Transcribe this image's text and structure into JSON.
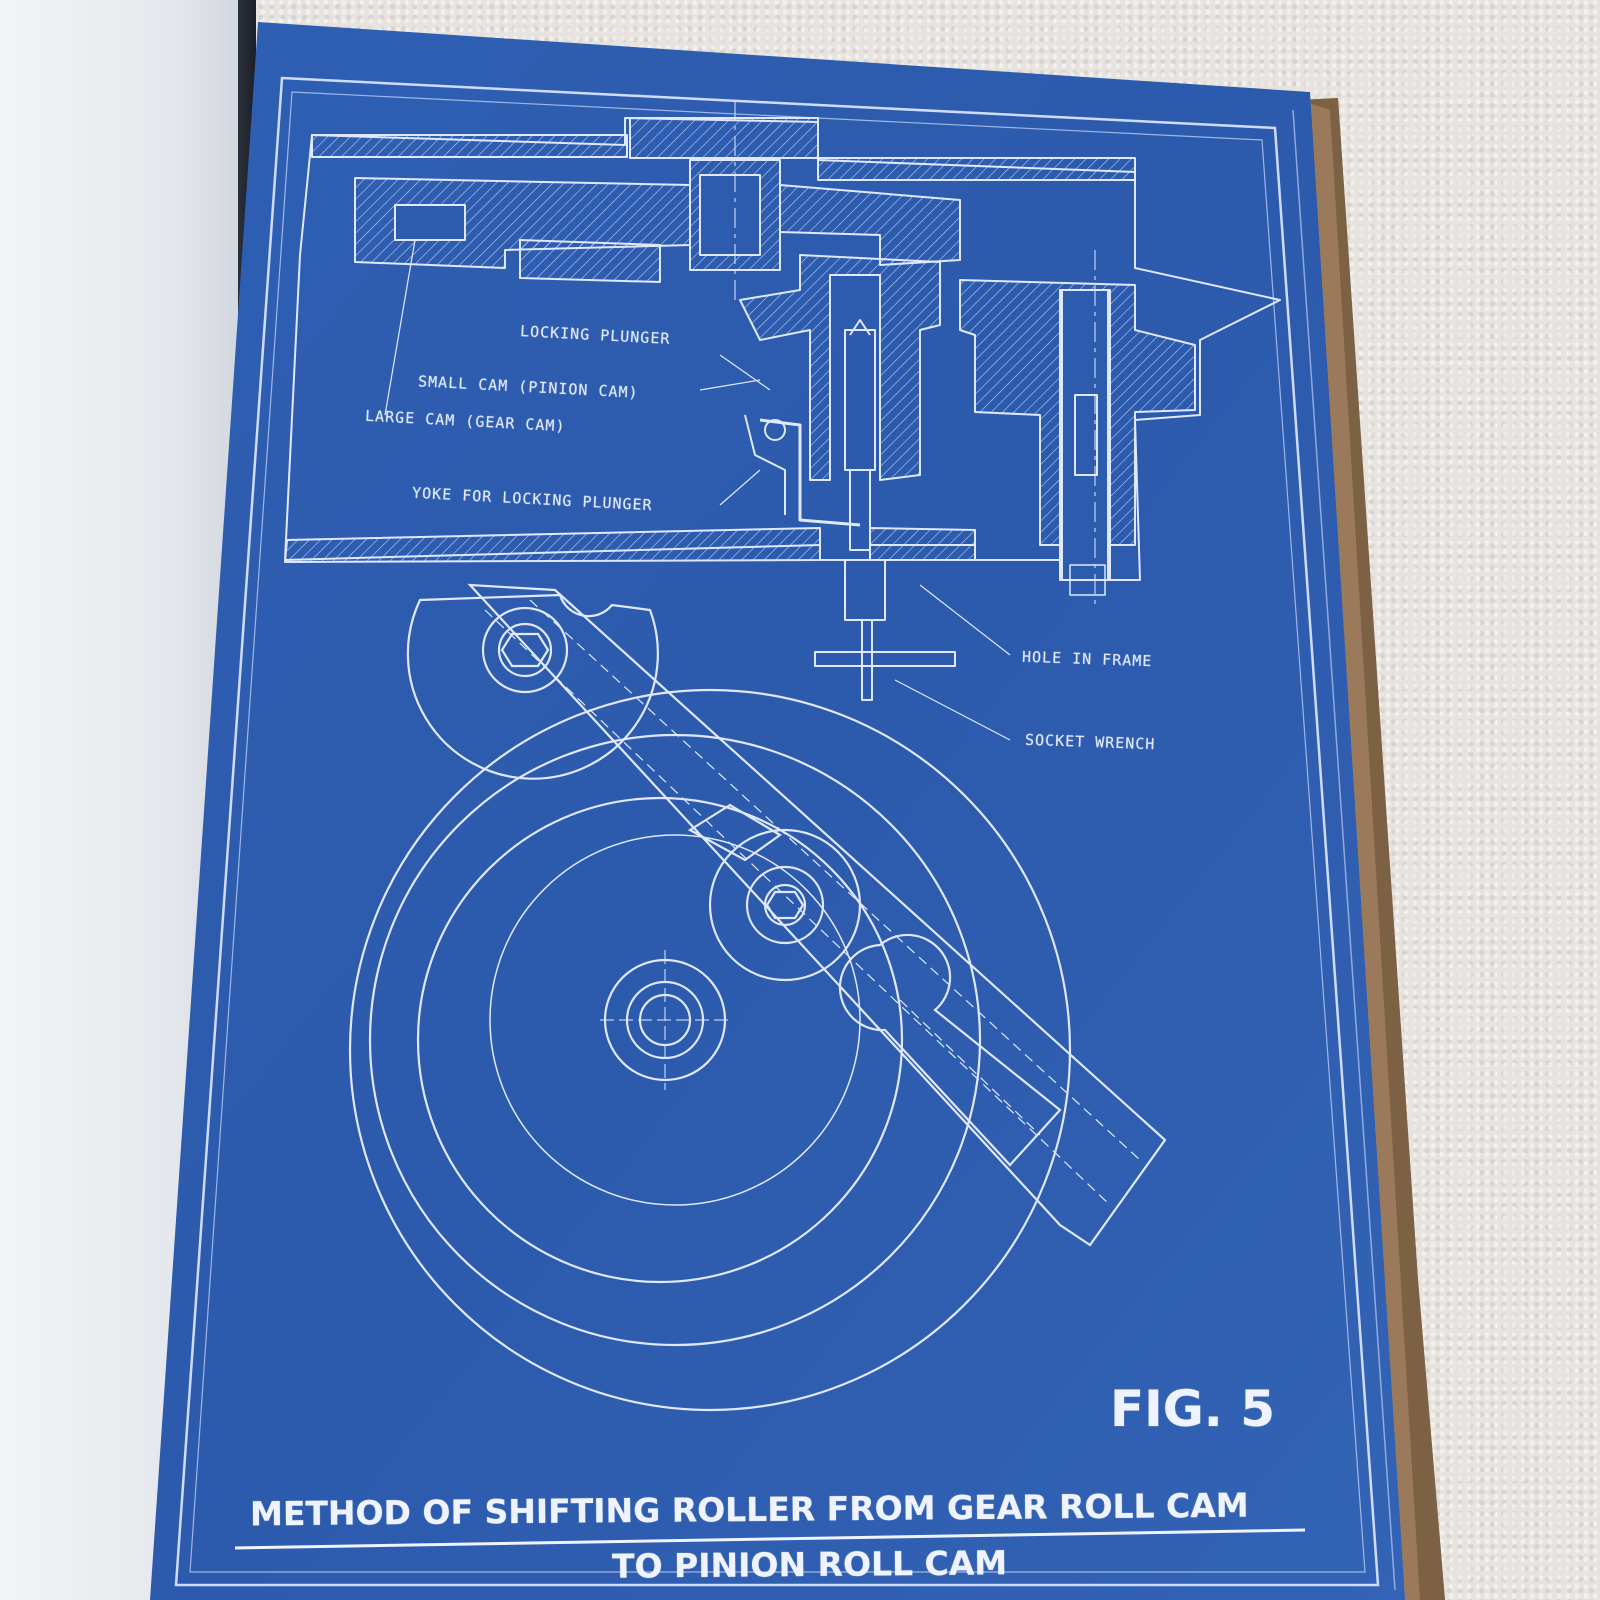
{
  "labels": {
    "locking_plunger": "LOCKING PLUNGER",
    "small_cam": "SMALL CAM (PINION CAM)",
    "large_cam": "LARGE CAM (GEAR CAM)",
    "yoke": "YOKE FOR LOCKING PLUNGER",
    "hole_in_frame": "HOLE IN FRAME",
    "socket_wrench": "SOCKET WRENCH"
  },
  "figure": {
    "number": "FIG. 5",
    "caption_line1": "METHOD OF SHIFTING  ROLLER FROM GEAR ROLL CAM",
    "caption_line2": "TO PINION ROLL CAM"
  },
  "colors": {
    "blueprint": "#2d5bad",
    "line": "#dfe8ff",
    "backing": "#9a7a5a"
  }
}
